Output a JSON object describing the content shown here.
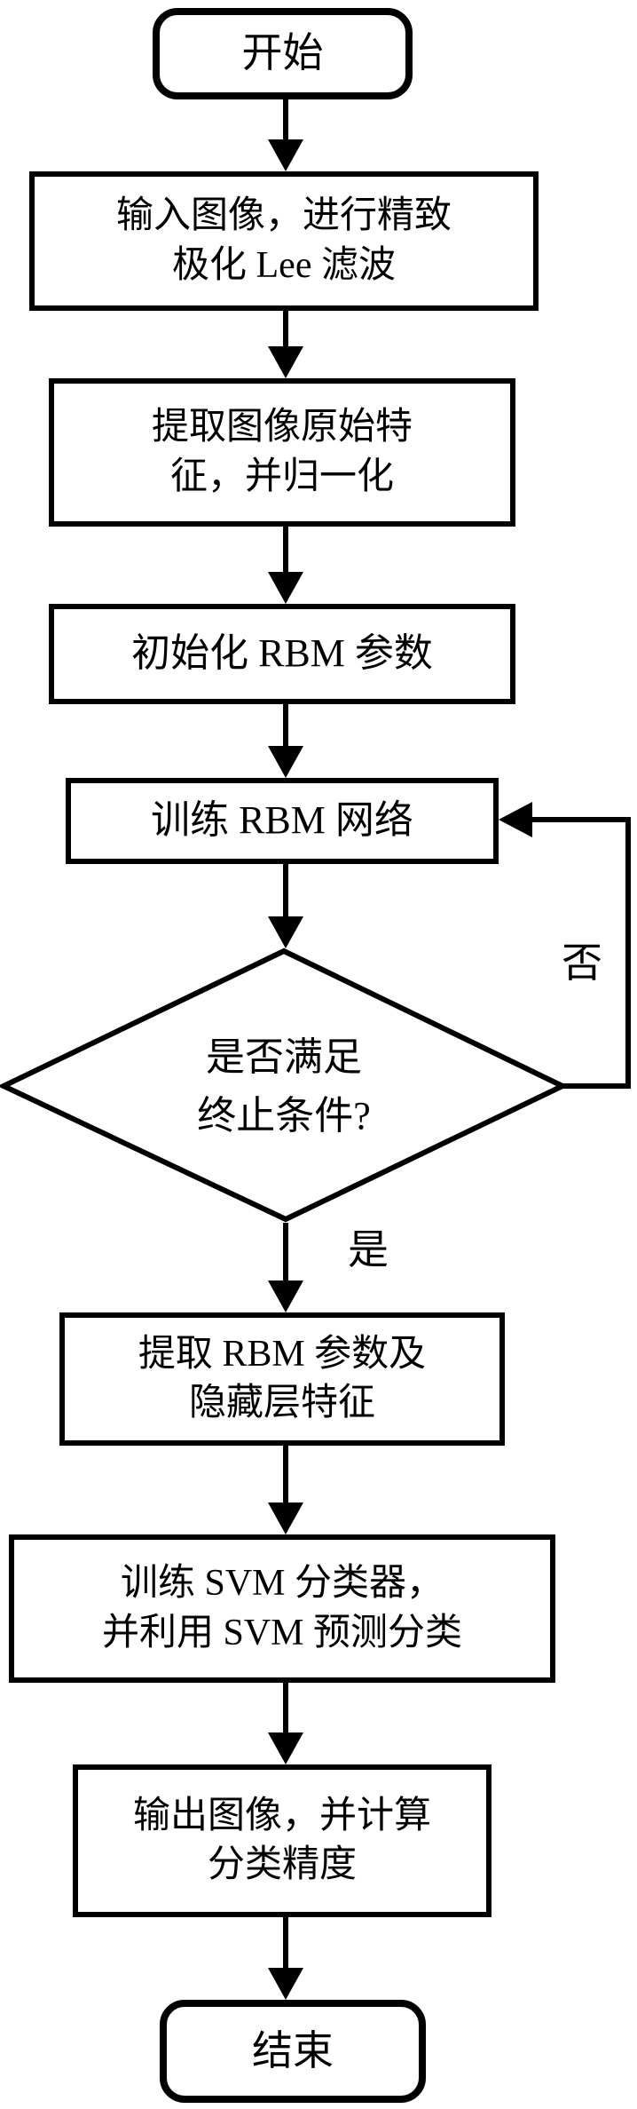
{
  "flowchart": {
    "title": "RBM-SVM PolSAR image classification flowchart",
    "colors": {
      "stroke": "#000000",
      "fill": "#ffffff",
      "background": "#ffffff"
    },
    "nodes": {
      "start": {
        "label": "开始"
      },
      "input_image": {
        "line1": "输入图像，进行精致",
        "line2": "极化 Lee 滤波"
      },
      "extract_raw_features": {
        "line1": "提取图像原始特",
        "line2": "征，并归一化"
      },
      "init_rbm": {
        "label": "初始化 RBM 参数"
      },
      "train_rbm": {
        "label": "训练 RBM 网络"
      },
      "decision": {
        "line1": "是否满足",
        "line2": "终止条件?"
      },
      "extract_rbm_features": {
        "line1": "提取 RBM 参数及",
        "line2": "隐藏层特征"
      },
      "train_svm": {
        "line1": "训练 SVM 分类器，",
        "line2": "并利用 SVM 预测分类"
      },
      "output_image": {
        "line1": "输出图像，并计算",
        "line2": "分类精度"
      },
      "end": {
        "label": "结束"
      }
    },
    "edge_labels": {
      "no": "否",
      "yes": "是"
    }
  }
}
